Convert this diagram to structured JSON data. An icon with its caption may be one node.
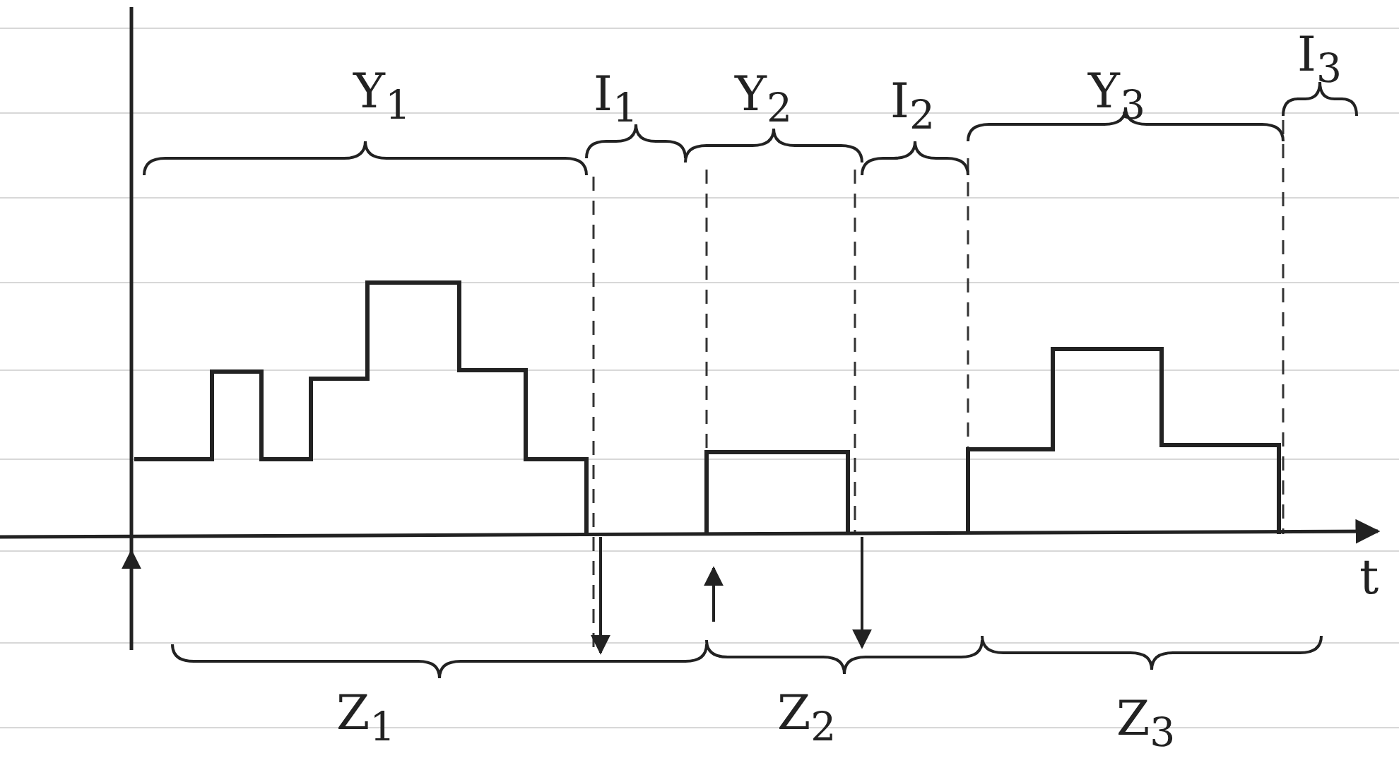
{
  "diagram": {
    "labels": [
      "Y$_{1}$",
      "I$_{1}$",
      "Y$_{2}$",
      "I$_{2}$",
      "Y$_{3}$",
      "I$_{3}$",
      "t",
      "Z$_{1}$",
      "Z$_{2}$",
      "Z$_{3}$"
    ]
  }
}
